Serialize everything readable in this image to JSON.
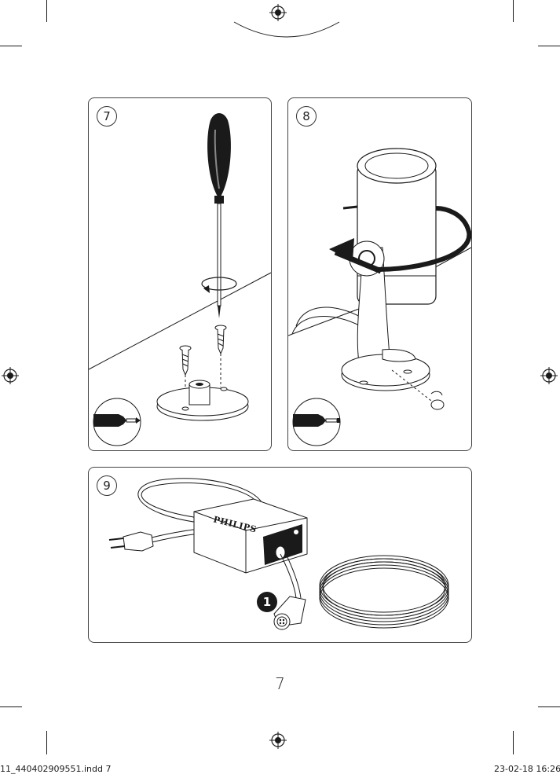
{
  "steps": [
    {
      "number": "7"
    },
    {
      "number": "8"
    },
    {
      "number": "9",
      "brand_label": "PHILIPS",
      "callout": "1"
    }
  ],
  "page_number": "7",
  "footer": {
    "file": "11_440402909551.indd   7",
    "date": "23-02-18   16:26"
  }
}
